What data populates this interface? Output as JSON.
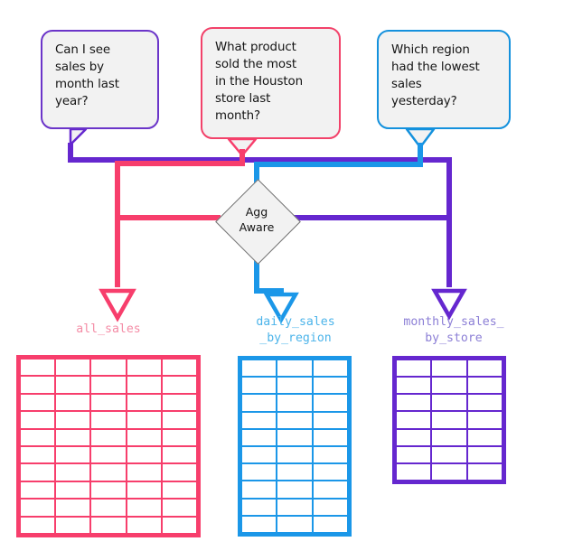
{
  "diagram": {
    "title": "Agg Aware query routing diagram",
    "background": "#ffffff",
    "colors": {
      "purple": "#6527cf",
      "pink": "#f73e6c",
      "blue": "#1b97e8",
      "bubble_fill": "#f2f2f2",
      "node_fill": "#f2f2f2",
      "node_stroke": "#6e6e6e",
      "text": "#141414",
      "caption_pink": "#f48ca6",
      "caption_blue": "#4cb4ea",
      "caption_purple": "#8c7fd6"
    }
  },
  "questions": [
    {
      "id": "question-sales-by-month",
      "text": "Can I see\nsales by\nmonth last\nyear?",
      "color": "#6527cf",
      "routes_to": "monthly_sales_by_store"
    },
    {
      "id": "question-top-product-houston",
      "text": "What product\nsold the most\nin the Houston\nstore last\nmonth?",
      "color": "#f73e6c",
      "routes_to": "all_sales"
    },
    {
      "id": "question-lowest-region",
      "text": "Which region\nhad the lowest\nsales\nyesterday?",
      "color": "#1b97e8",
      "routes_to": "daily_sales_by_region"
    }
  ],
  "decision_node": {
    "label": "Agg\nAware",
    "shape": "diamond",
    "fill": "#f2f2f2",
    "stroke": "#6e6e6e"
  },
  "tables": [
    {
      "id": "all_sales",
      "caption": "all_sales",
      "border_color": "#f73e6c",
      "caption_color": "#f48ca6",
      "columns": 5,
      "rows": 10
    },
    {
      "id": "daily_sales_by_region",
      "caption": "daily_sales\n_by_region",
      "border_color": "#1b97e8",
      "caption_color": "#4cb4ea",
      "columns": 3,
      "rows": 10
    },
    {
      "id": "monthly_sales_by_store",
      "caption": "monthly_sales_\nby_store",
      "border_color": "#6527cf",
      "caption_color": "#8c7fd6",
      "columns": 3,
      "rows": 7
    }
  ]
}
